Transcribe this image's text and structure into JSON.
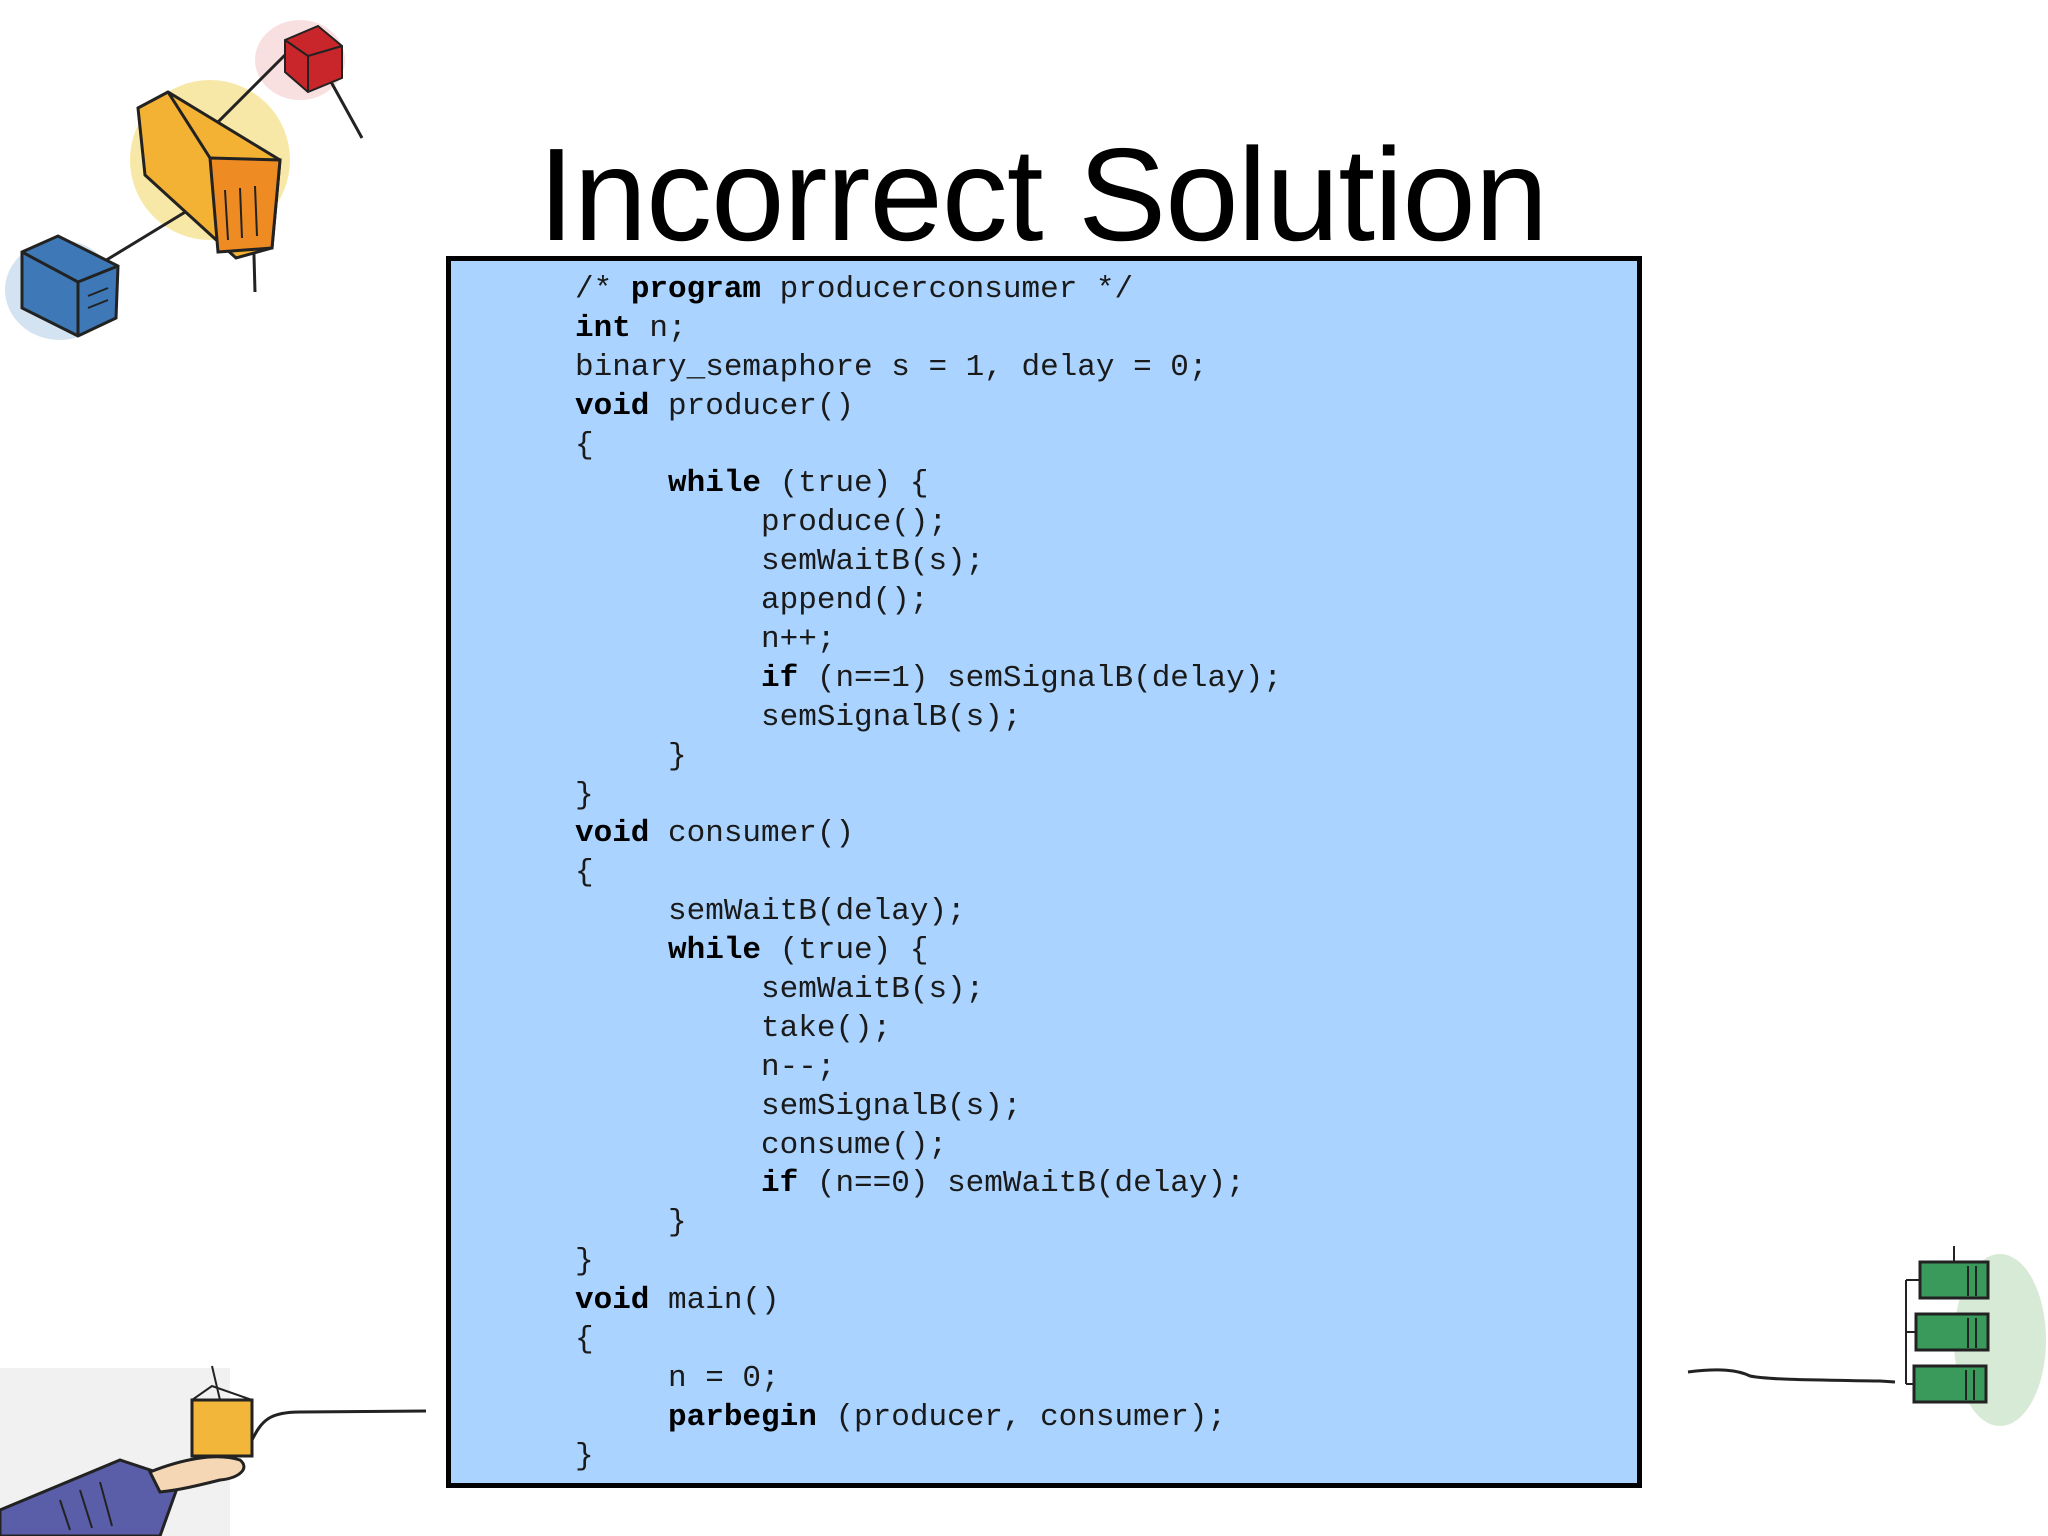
{
  "slide": {
    "title": "Incorrect Solution"
  },
  "code": {
    "lines": [
      [
        {
          "t": "/* "
        },
        {
          "t": "program",
          "b": true
        },
        {
          "t": " producerconsumer */"
        }
      ],
      [
        {
          "t": "int",
          "b": true
        },
        {
          "t": " n;"
        }
      ],
      [
        {
          "t": "binary_semaphore s = 1, delay = 0;"
        }
      ],
      [
        {
          "t": "void",
          "b": true
        },
        {
          "t": " producer()"
        }
      ],
      [
        {
          "t": "{"
        }
      ],
      [
        {
          "t": "     "
        },
        {
          "t": "while",
          "b": true
        },
        {
          "t": " (true) {"
        }
      ],
      [
        {
          "t": "          produce();"
        }
      ],
      [
        {
          "t": "          semWaitB(s);"
        }
      ],
      [
        {
          "t": "          append();"
        }
      ],
      [
        {
          "t": "          n++;"
        }
      ],
      [
        {
          "t": "          "
        },
        {
          "t": "if",
          "b": true
        },
        {
          "t": " (n==1) semSignalB(delay);"
        }
      ],
      [
        {
          "t": "          semSignalB(s);"
        }
      ],
      [
        {
          "t": "     }"
        }
      ],
      [
        {
          "t": "}"
        }
      ],
      [
        {
          "t": "void",
          "b": true
        },
        {
          "t": " consumer()"
        }
      ],
      [
        {
          "t": "{"
        }
      ],
      [
        {
          "t": "     semWaitB(delay);"
        }
      ],
      [
        {
          "t": "     "
        },
        {
          "t": "while",
          "b": true
        },
        {
          "t": " (true) {"
        }
      ],
      [
        {
          "t": "          semWaitB(s);"
        }
      ],
      [
        {
          "t": "          take();"
        }
      ],
      [
        {
          "t": "          n--;"
        }
      ],
      [
        {
          "t": "          semSignalB(s);"
        }
      ],
      [
        {
          "t": "          consume();"
        }
      ],
      [
        {
          "t": "          "
        },
        {
          "t": "if",
          "b": true
        },
        {
          "t": " (n==0) semWaitB(delay);"
        }
      ],
      [
        {
          "t": "     }"
        }
      ],
      [
        {
          "t": "}"
        }
      ],
      [
        {
          "t": "void",
          "b": true
        },
        {
          "t": " main()"
        }
      ],
      [
        {
          "t": "{"
        }
      ],
      [
        {
          "t": "     n = 0;"
        }
      ],
      [
        {
          "t": "     "
        },
        {
          "t": "parbegin",
          "b": true
        },
        {
          "t": " (producer, consumer);"
        }
      ],
      [
        {
          "t": "}"
        }
      ]
    ]
  },
  "colors": {
    "code_background": "#aad3ff",
    "code_border": "#000000"
  },
  "decorations": [
    "boxes-clipart-top-left",
    "hand-holding-box-clipart-bottom-left",
    "green-stack-clipart-bottom-right"
  ]
}
